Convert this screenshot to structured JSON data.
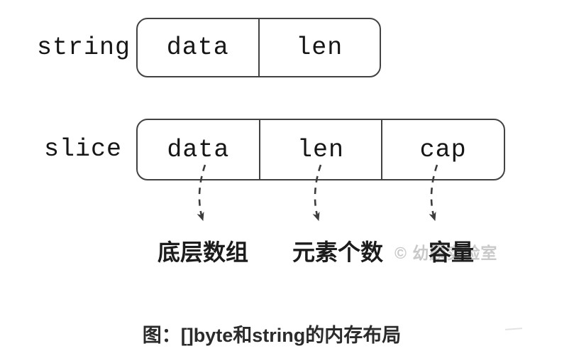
{
  "diagram": {
    "string_row": {
      "label": "string",
      "cells": [
        "data",
        "len"
      ]
    },
    "slice_row": {
      "label": "slice",
      "cells": [
        "data",
        "len",
        "cap"
      ]
    },
    "annotations": [
      {
        "text": "底层数组",
        "points_from": "data"
      },
      {
        "text": "元素个数",
        "points_from": "len"
      },
      {
        "text": "容量",
        "points_from": "cap"
      }
    ],
    "watermark": "© 幼麟实验室",
    "caption": "图：[]byte和string的内存布局"
  },
  "colors": {
    "background": "#ffffff",
    "stroke": "#424242",
    "arrow": "#3c3c3c",
    "text": "#161616",
    "annotation_text": "#1c1c1c",
    "watermark_text": "#c4c4c4",
    "caption_text": "#2b2b2b"
  }
}
